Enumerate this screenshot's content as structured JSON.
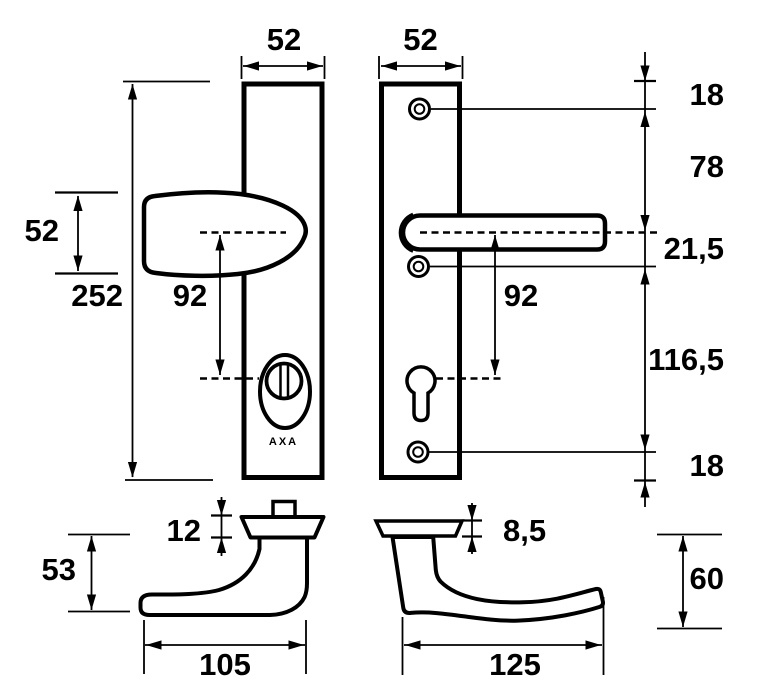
{
  "brand": "AXA",
  "colors": {
    "line": "#000000",
    "background": "#ffffff"
  },
  "dims": {
    "left_plate_width": "52",
    "right_plate_width": "52",
    "knob_height": "52",
    "plate_height": "252",
    "knob_to_cylinder": "92",
    "top_to_screw": "18",
    "screw_to_handle": "78",
    "handle_to_screw": "21,5",
    "handle_to_keyhole": "92",
    "screw_to_screw": "116,5",
    "screw_to_bottom": "18",
    "collar_height": "12",
    "knob_depth": "53",
    "knob_length": "105",
    "rose_thickness": "8,5",
    "lever_depth": "60",
    "lever_length": "125"
  }
}
